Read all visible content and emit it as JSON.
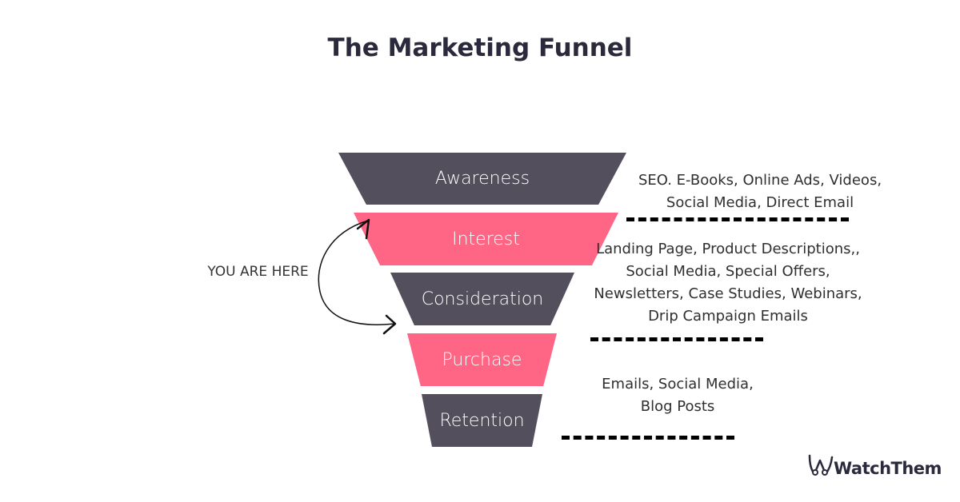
{
  "title": "The Marketing Funnel",
  "colors": {
    "dark_stage": "#544f5c",
    "pink_stage": "#ff6584",
    "title": "#2b2a3d"
  },
  "stages": [
    {
      "label": "Awareness",
      "color": "dark"
    },
    {
      "label": "Interest",
      "color": "pink"
    },
    {
      "label": "Consideration",
      "color": "dark"
    },
    {
      "label": "Purchase",
      "color": "pink"
    },
    {
      "label": "Retention",
      "color": "dark"
    }
  ],
  "channels": {
    "awareness": [
      "SEO. E-Books, Online Ads, Videos,",
      "Social Media, Direct Email"
    ],
    "consideration": [
      "Landing Page, Product Descriptions,,",
      "Social Media, Special Offers,",
      "Newsletters, Case Studies, Webinars,",
      "Drip Campaign Emails"
    ],
    "retention": [
      "Emails, Social Media,",
      "Blog Posts"
    ]
  },
  "annotation": "YOU ARE HERE",
  "logo": {
    "text": "WatchThem",
    "icon": "binoculars-w-logo-icon"
  }
}
